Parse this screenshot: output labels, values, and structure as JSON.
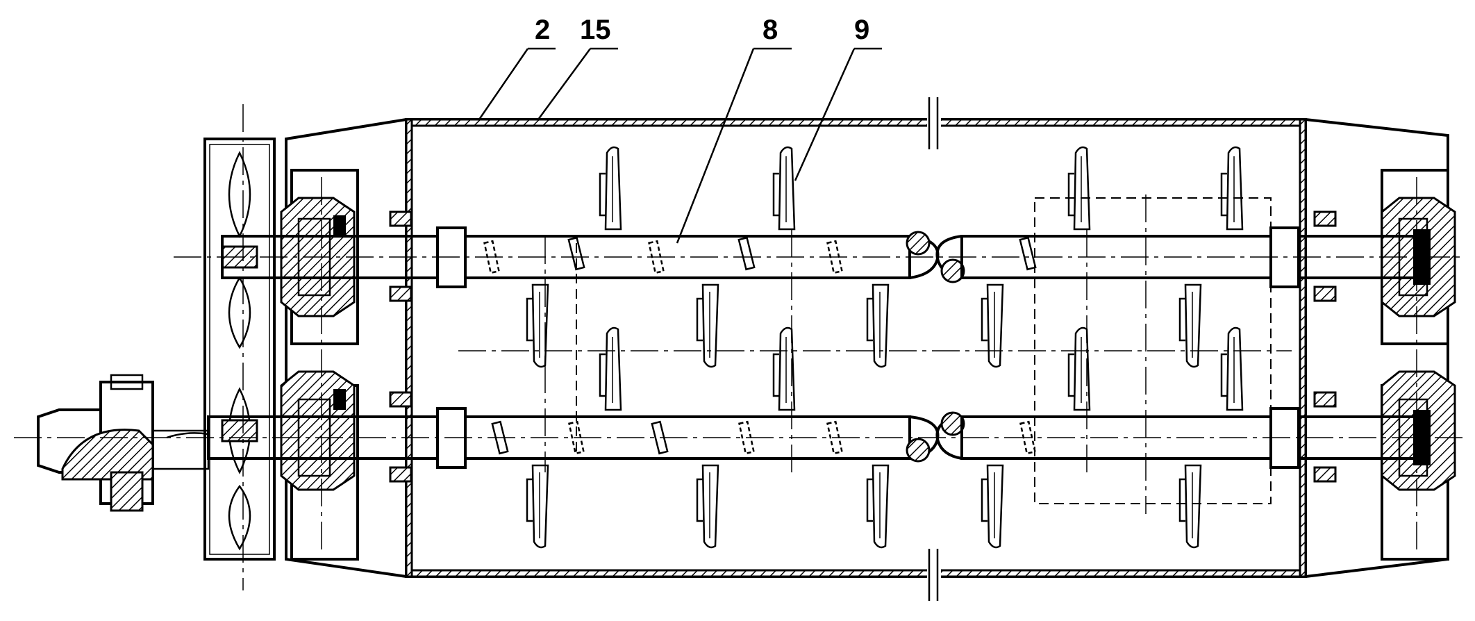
{
  "callouts": [
    {
      "id": "c2",
      "label": "2"
    },
    {
      "id": "c15",
      "label": "15"
    },
    {
      "id": "c8",
      "label": "8"
    },
    {
      "id": "c9",
      "label": "9"
    }
  ]
}
